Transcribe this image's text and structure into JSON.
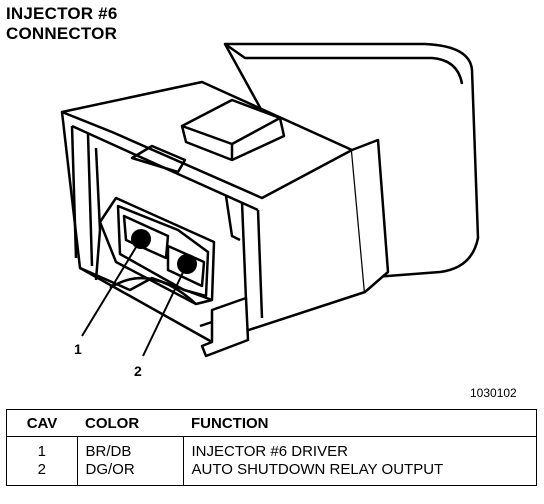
{
  "title_lines": [
    "INJECTOR #6",
    "CONNECTOR"
  ],
  "figure_id": "1030102",
  "pin_labels": [
    "1",
    "2"
  ],
  "table": {
    "headers": [
      "CAV",
      "COLOR",
      "FUNCTION"
    ],
    "rows": [
      {
        "cav": "1",
        "color": "BR/DB",
        "function": "INJECTOR #6 DRIVER"
      },
      {
        "cav": "2",
        "color": "DG/OR",
        "function": "AUTO SHUTDOWN RELAY OUTPUT"
      }
    ]
  }
}
